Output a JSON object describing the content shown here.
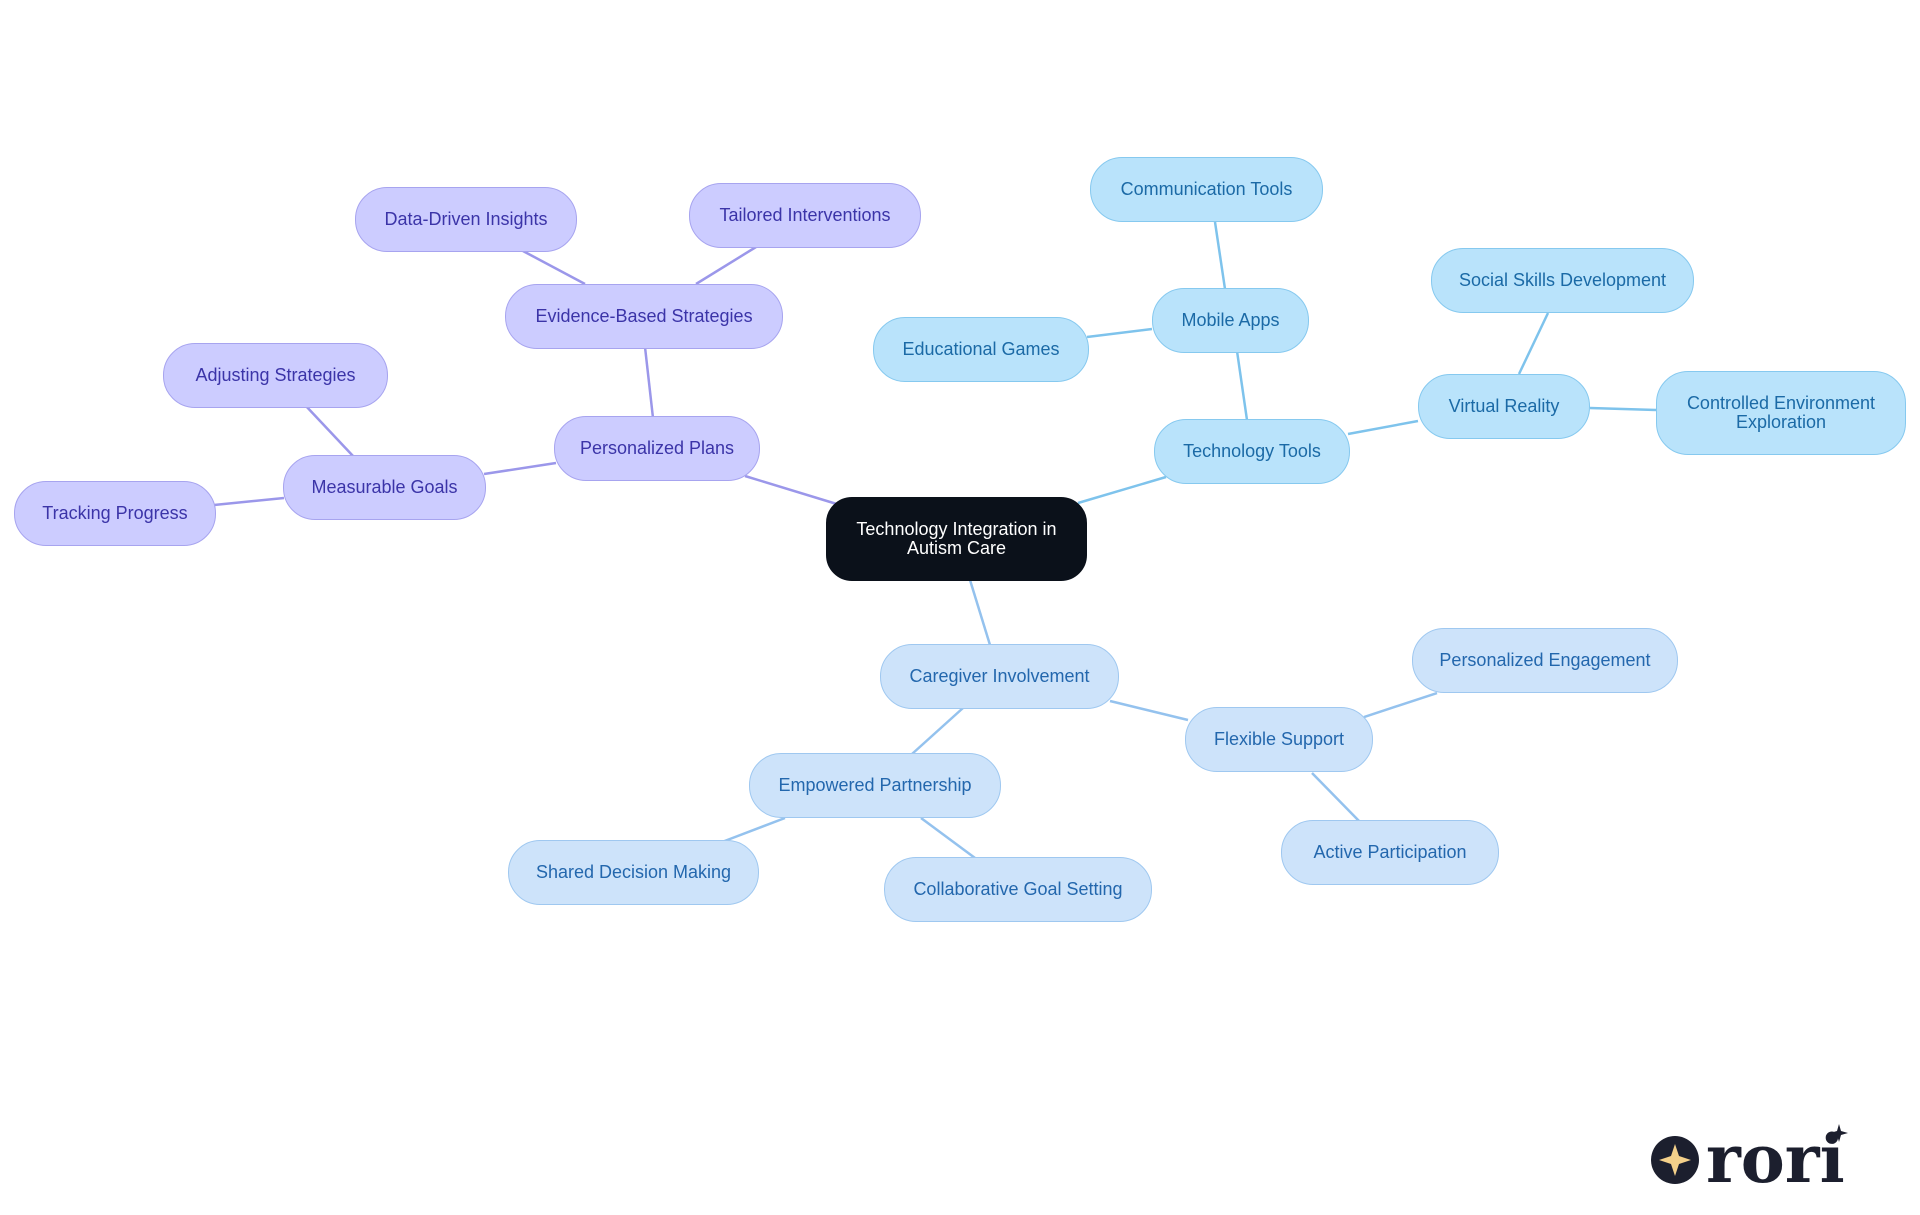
{
  "colors": {
    "root_fill": "#0b111a",
    "purple_fill": "#ccccff",
    "purple_edge": "#9b97ea",
    "blue_fill": "#b9e3fb",
    "blue_edge": "#7ec3ec",
    "light_fill": "#cde3fa",
    "light_edge": "#94c2ee",
    "logo_dark": "#1c1f2e",
    "logo_star": "#f3d08a"
  },
  "mindmap": {
    "root": "Technology Integration in Autism Care",
    "branches": {
      "personalized_plans": {
        "label": "Personalized Plans",
        "evidence_based": {
          "label": "Evidence-Based Strategies",
          "data_driven": "Data-Driven Insights",
          "tailored": "Tailored Interventions"
        },
        "measurable_goals": {
          "label": "Measurable Goals",
          "adjusting": "Adjusting Strategies",
          "tracking": "Tracking Progress"
        }
      },
      "technology_tools": {
        "label": "Technology Tools",
        "mobile_apps": {
          "label": "Mobile Apps",
          "communication": "Communication Tools",
          "educational": "Educational Games"
        },
        "virtual_reality": {
          "label": "Virtual Reality",
          "social_skills": "Social Skills Development",
          "controlled_env": "Controlled Environment Exploration"
        }
      },
      "caregiver": {
        "label": "Caregiver Involvement",
        "empowered": {
          "label": "Empowered Partnership",
          "shared_decision": "Shared Decision Making",
          "collaborative": "Collaborative Goal Setting"
        },
        "flexible": {
          "label": "Flexible Support",
          "personalized_engagement": "Personalized Engagement",
          "active_participation": "Active Participation"
        }
      }
    }
  },
  "logo": {
    "icon": "sparkle-star-icon",
    "text": "rori"
  }
}
